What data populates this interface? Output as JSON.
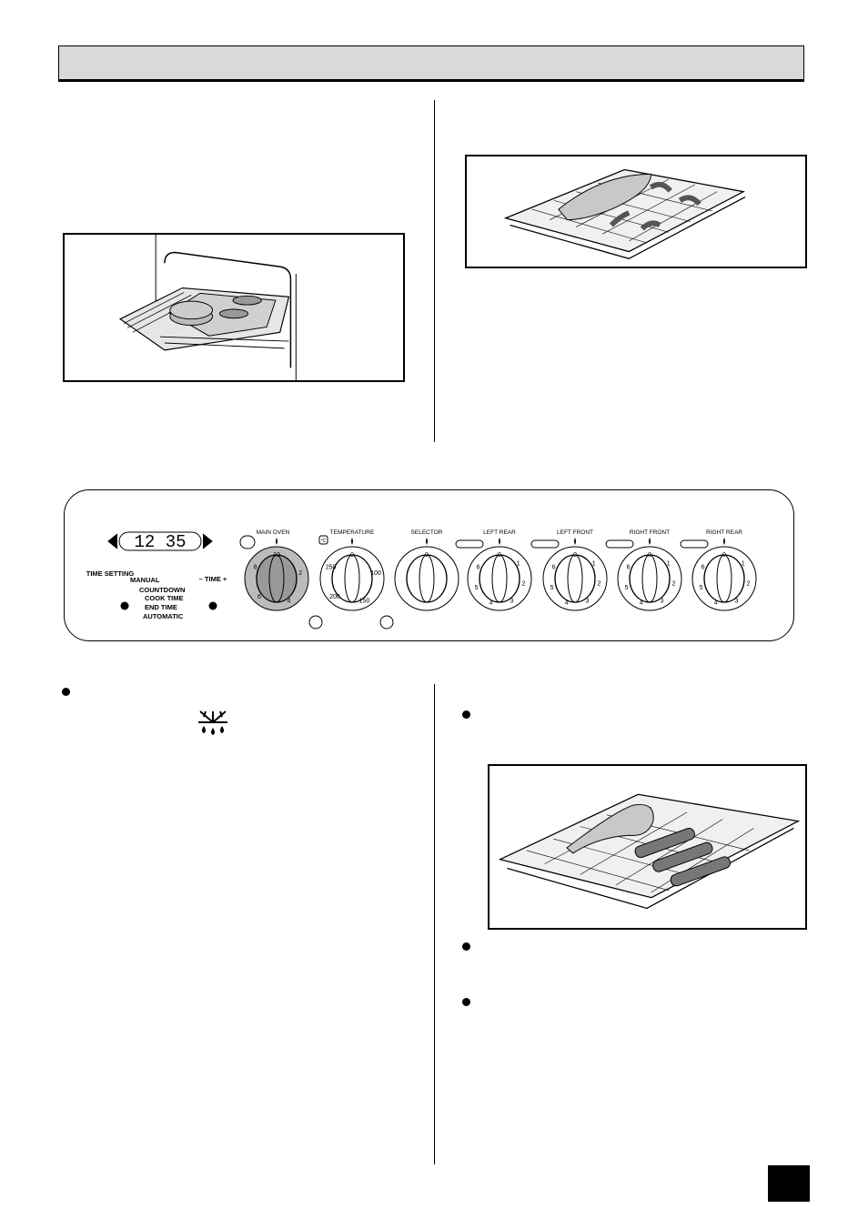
{
  "control_panel": {
    "clock_display": "12 35",
    "time_setting_label": "TIME SETTING",
    "modes": [
      "MANUAL",
      "COUNTDOWN",
      "COOK TIME",
      "END TIME",
      "AUTOMATIC"
    ],
    "time_label": "– TIME +",
    "knobs": [
      {
        "label": "MAIN OVEN",
        "marks": [
          "10",
          "2",
          "4",
          "6",
          "8"
        ]
      },
      {
        "label": "TEMPERATURE",
        "unit": "°C",
        "marks": [
          "0",
          "100",
          "150",
          "200",
          "250"
        ]
      },
      {
        "label": "SELECTOR",
        "marks": [
          "0"
        ]
      },
      {
        "label": "LEFT REAR",
        "marks": [
          "0",
          "1",
          "2",
          "3",
          "4",
          "5",
          "6"
        ]
      },
      {
        "label": "LEFT FRONT",
        "marks": [
          "0",
          "1",
          "2",
          "3",
          "4",
          "5",
          "6"
        ]
      },
      {
        "label": "RIGHT FRONT",
        "marks": [
          "0",
          "1",
          "2",
          "3",
          "4",
          "5",
          "6"
        ]
      },
      {
        "label": "RIGHT REAR",
        "marks": [
          "0",
          "1",
          "2",
          "3",
          "4",
          "5",
          "6"
        ]
      }
    ]
  },
  "icons": [
    "defrost-icon"
  ]
}
